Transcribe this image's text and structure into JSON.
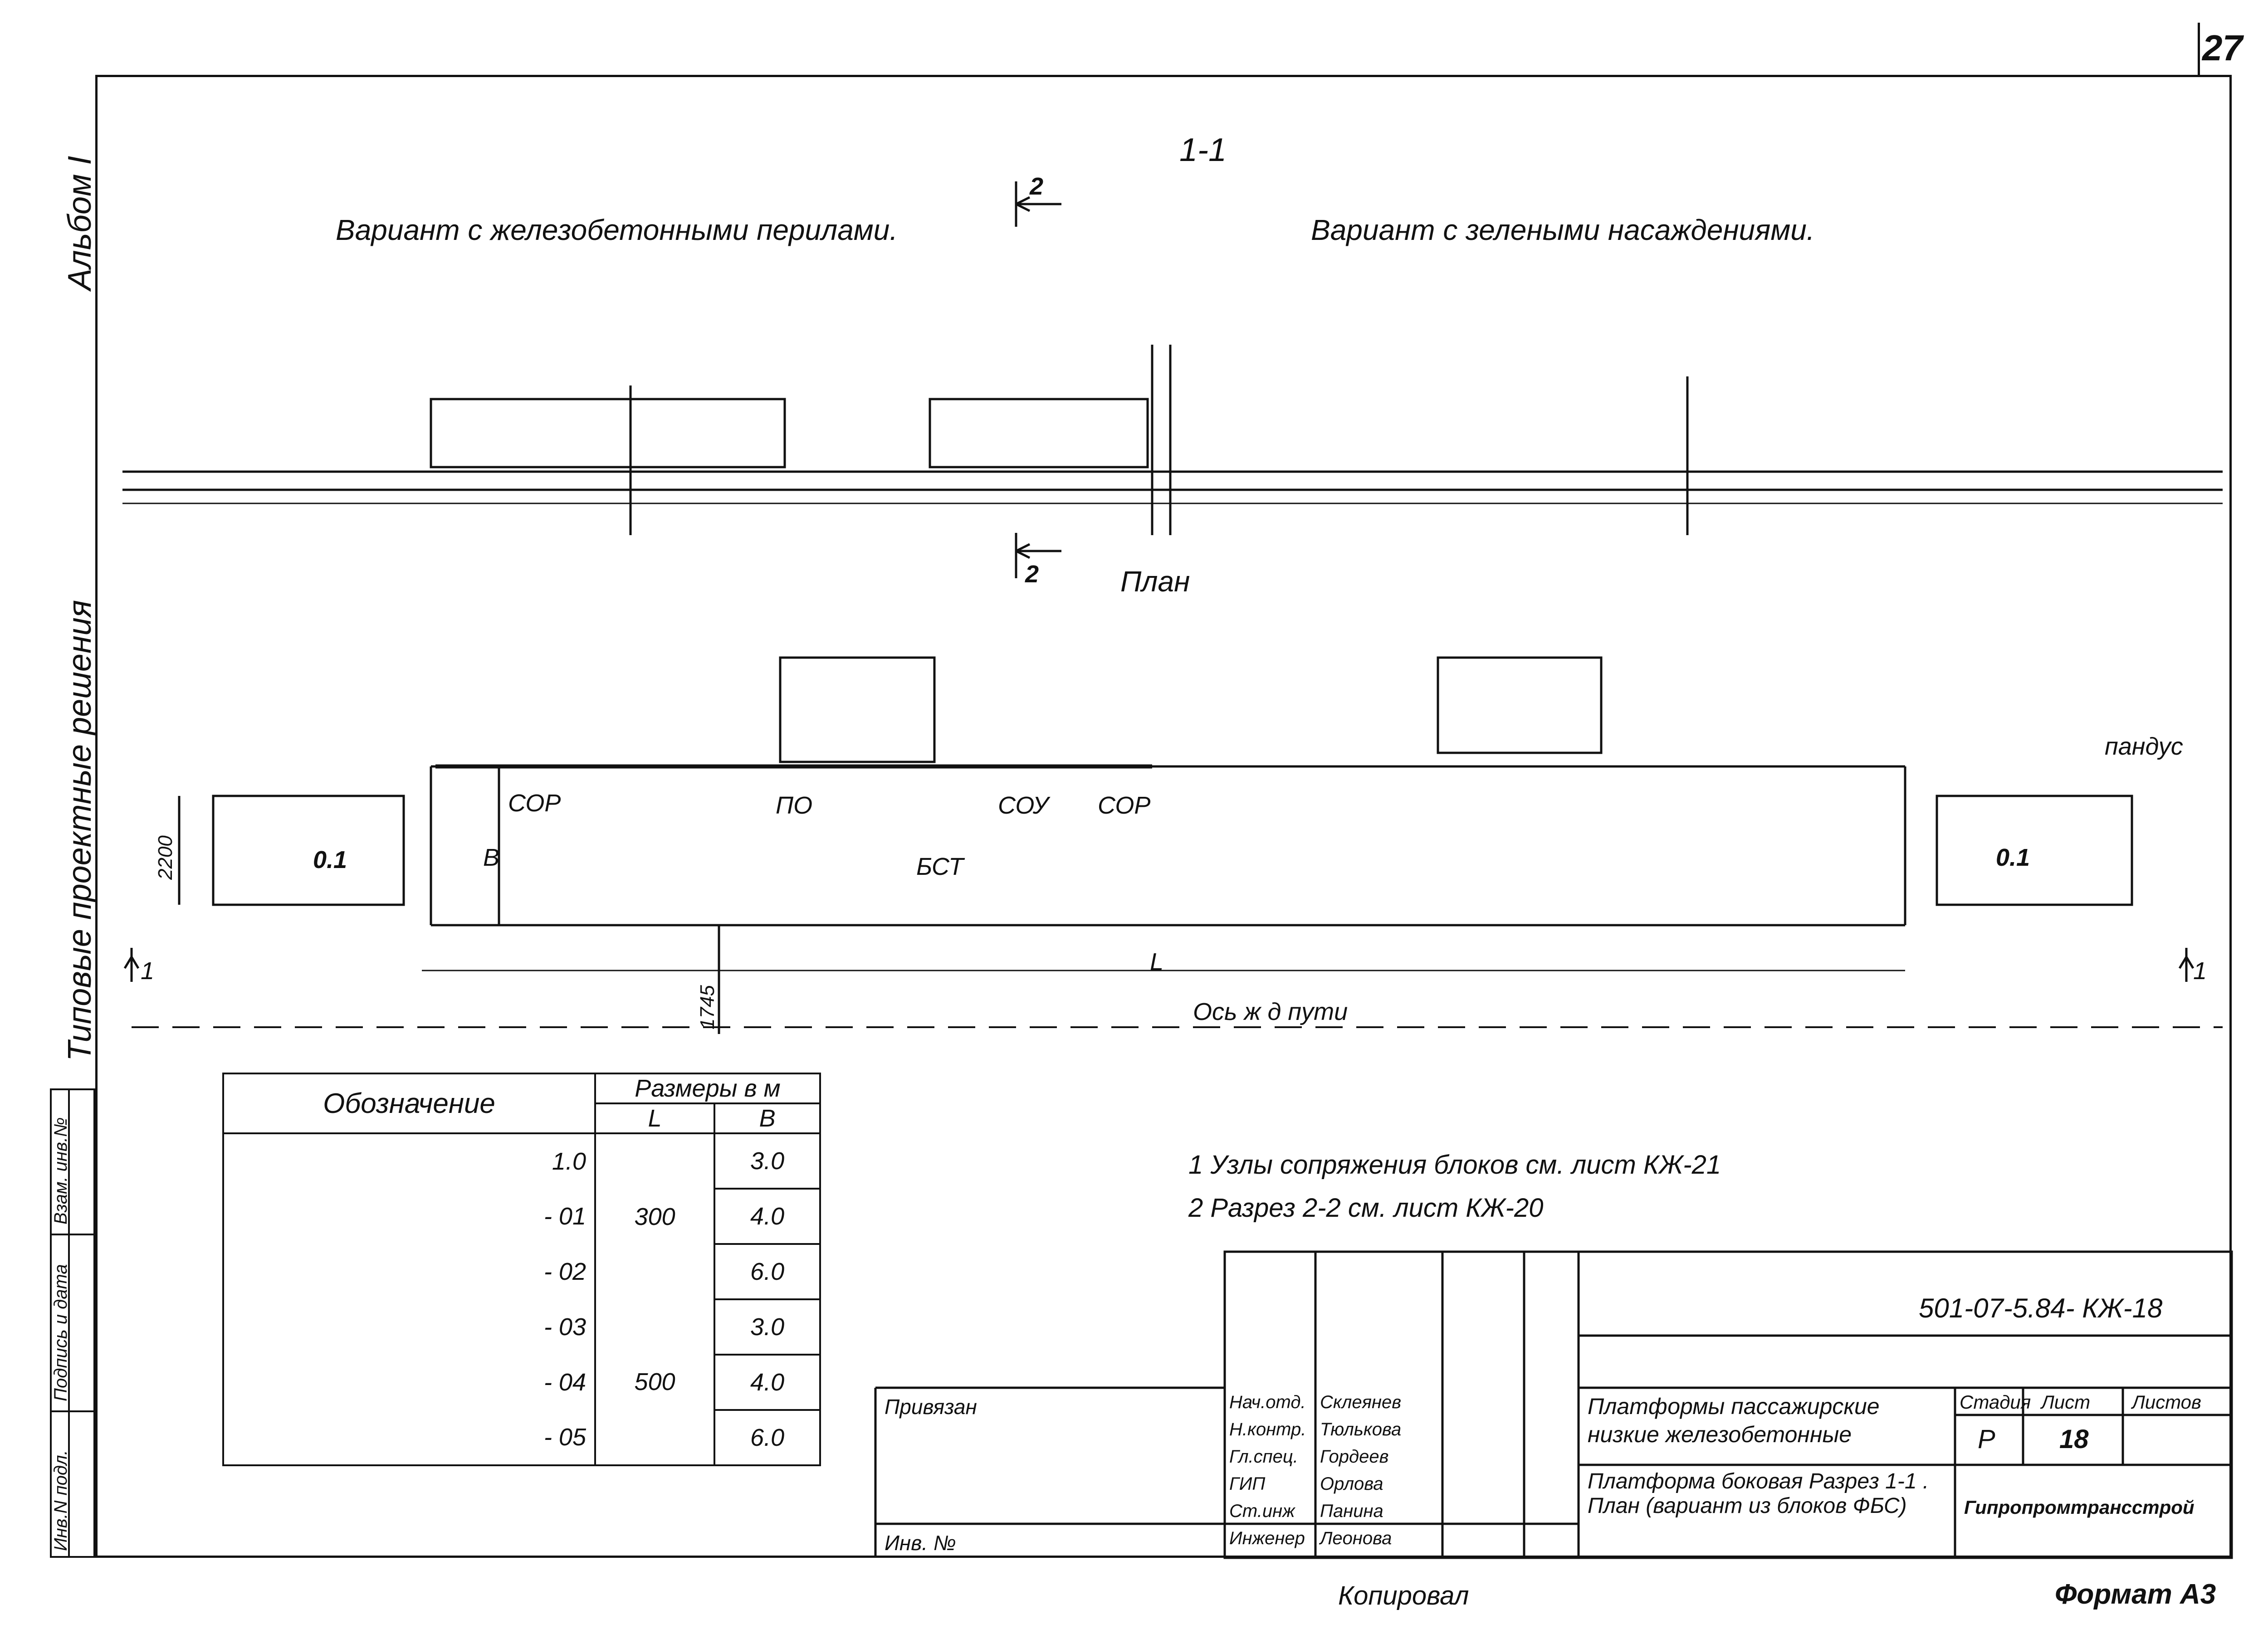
{
  "page_number": "27",
  "album": "Альбом I",
  "series": "Типовые проектные решения",
  "left_strip": {
    "inv_orig": "Инв.N подл.",
    "sign_date": "Подпись и дата",
    "inv_repl": "Взам. инв.№"
  },
  "section_title": "1-1",
  "variant_left": "Вариант с железобетонными перилами.",
  "variant_right": "Вариант с зелеными насаждениями.",
  "section_mark_top": "2",
  "section_mark_bottom": "2",
  "plan_title": "План",
  "plan_labels": {
    "sor_left": "СОР",
    "po": "ПО",
    "sou": "СОУ",
    "sor_right": "СОР",
    "bst": "БСТ",
    "b": "В",
    "l": "L",
    "pandus": "пандус",
    "slope_left": "0.1",
    "slope_right": "0.1",
    "dim_2200": "2200",
    "dim_1745": "1745",
    "axis": "Ось ж д пути",
    "cut_left": "1",
    "cut_right": "1"
  },
  "table": {
    "header_designation": "Обозначение",
    "header_sizes": "Размеры в м",
    "header_l": "L",
    "header_b": "В",
    "rows": [
      {
        "designation": "1.0",
        "b": "3.0"
      },
      {
        "designation": "- 01",
        "b": "4.0"
      },
      {
        "designation": "- 02",
        "b": "6.0"
      },
      {
        "designation": "- 03",
        "b": "3.0"
      },
      {
        "designation": "- 04",
        "b": "4.0"
      },
      {
        "designation": "- 05",
        "b": "6.0"
      }
    ],
    "l_group1": "300",
    "l_group2": "500"
  },
  "notes": [
    "1 Узлы сопряжения блоков см. лист КЖ-21",
    "2 Разрез 2-2 см. лист КЖ-20"
  ],
  "title_block": {
    "doc_code": "501-07-5.84- КЖ-18",
    "privyazan": "Привязан",
    "inv_no": "Инв. №",
    "roles": [
      "Нач.отд.",
      "Н.контр.",
      "Гл.спец.",
      "ГИП",
      "Ст.инж",
      "Инженер"
    ],
    "names": [
      "Склеянев",
      "Тюлькова",
      "Гордеев",
      "Орлова",
      "Панина",
      "Леонова"
    ],
    "title_main": "Платформы пассажирские низкие железобетонные",
    "title_sub": "Платформа боковая Разрез 1-1 . План (вариант из блоков ФБС)",
    "stage_header": "Стадия",
    "sheet_header": "Лист",
    "sheets_header": "Листов",
    "stage": "Р",
    "sheet": "18",
    "org": "Гипропромтрансстрой"
  },
  "copied": "Копировал",
  "format": "Формат А3"
}
